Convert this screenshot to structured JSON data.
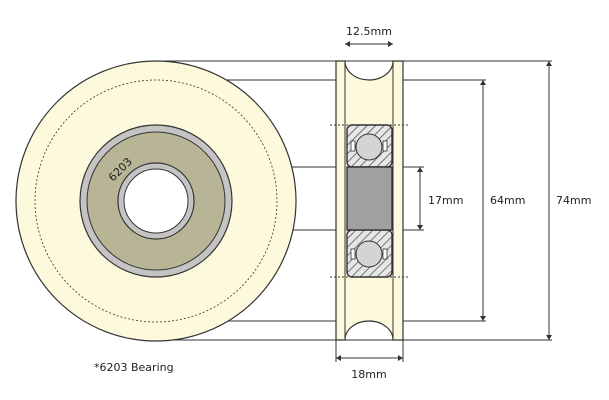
{
  "dimensions": {
    "groove_width": "12.5mm",
    "wheel_width": "18mm",
    "bore": "17mm",
    "groove_diameter": "64mm",
    "outer_diameter": "74mm"
  },
  "bearing_marking": "6203",
  "note": "*6203 Bearing",
  "colors": {
    "wheel": "#fdf9dc",
    "bearing_face": "#b7b595",
    "bearing_ring": "#c4c4c4",
    "inner_race": "#a0a0a0",
    "outline": "#333333"
  }
}
